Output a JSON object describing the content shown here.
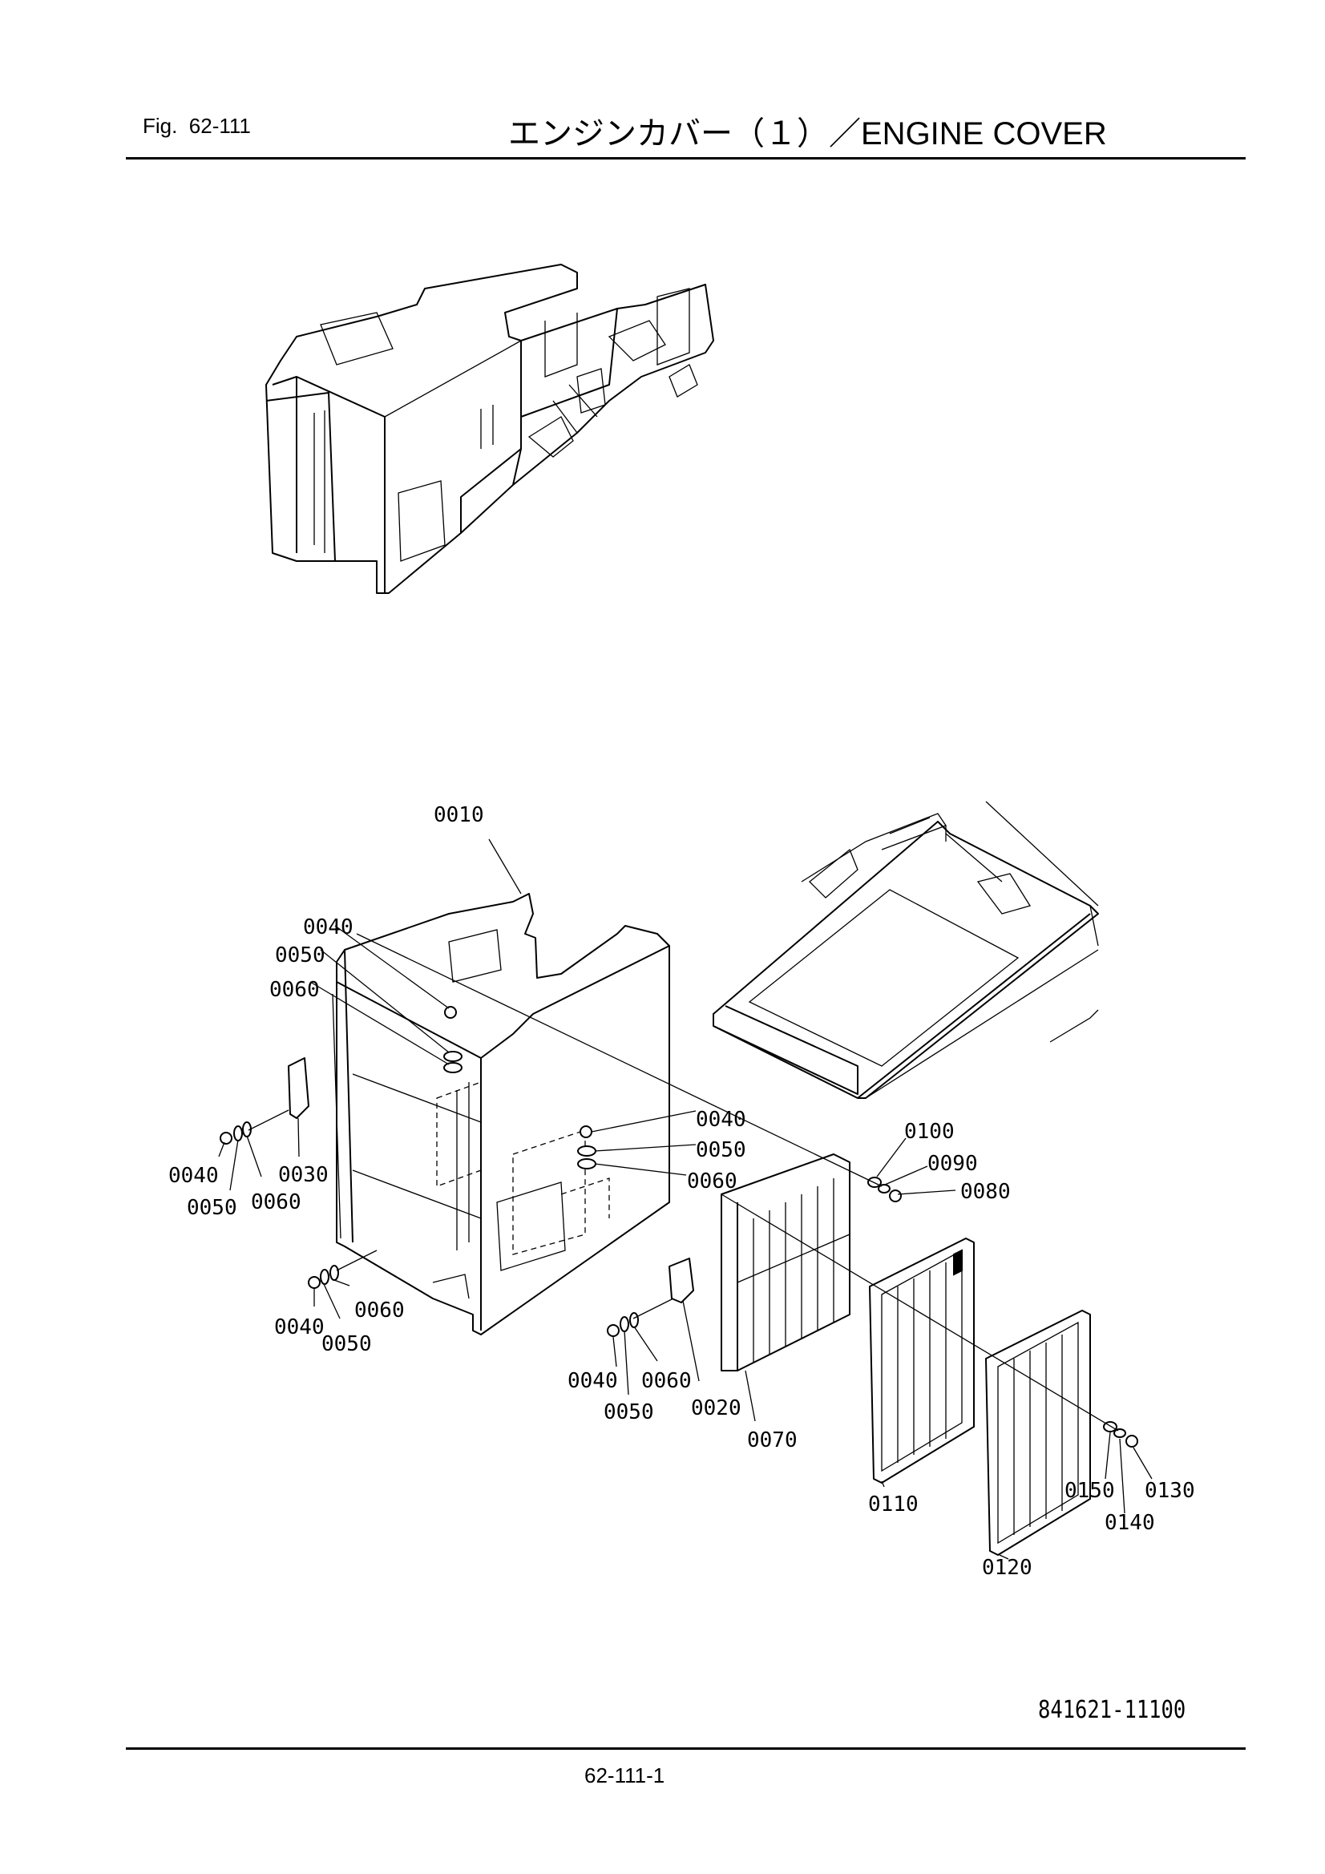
{
  "header": {
    "fig_label": "Fig.",
    "fig_number": "62-111",
    "title": "エンジンカバー（１）／ENGINE COVER"
  },
  "footer": {
    "drawing_number": "841621-11100",
    "page_number": "62-111-1"
  },
  "part_labels": {
    "p0010": "0010",
    "p0020": "0020",
    "p0030": "0030",
    "p0040": "0040",
    "p0050": "0050",
    "p0060": "0060",
    "p0070": "0070",
    "p0080": "0080",
    "p0090": "0090",
    "p0100": "0100",
    "p0110": "0110",
    "p0120": "0120",
    "p0130": "0130",
    "p0140": "0140",
    "p0150": "0150"
  }
}
